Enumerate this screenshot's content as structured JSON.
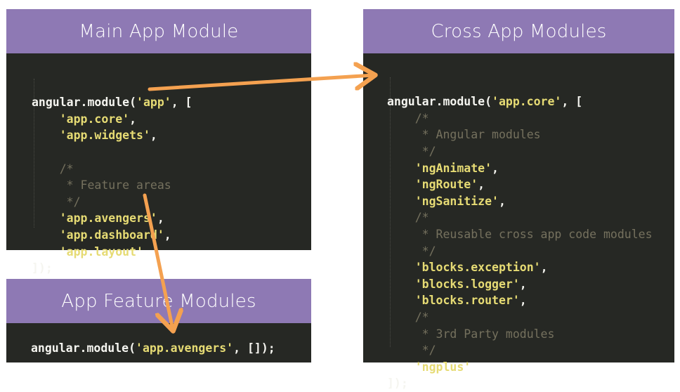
{
  "main_module": {
    "title": "Main App Module",
    "lines": [
      [
        {
          "t": "angular.module(",
          "c": "pun"
        },
        {
          "t": "'app'",
          "c": "str"
        },
        {
          "t": ", [",
          "c": "pun"
        }
      ],
      [
        {
          "t": "    ",
          "c": "pun"
        },
        {
          "t": "'app.core'",
          "c": "str"
        },
        {
          "t": ",",
          "c": "pun"
        }
      ],
      [
        {
          "t": "    ",
          "c": "pun"
        },
        {
          "t": "'app.widgets'",
          "c": "str"
        },
        {
          "t": ",",
          "c": "pun"
        }
      ],
      [
        {
          "t": "",
          "c": "pun"
        }
      ],
      [
        {
          "t": "    ",
          "c": "pun"
        },
        {
          "t": "/*",
          "c": "cmt"
        }
      ],
      [
        {
          "t": "    ",
          "c": "pun"
        },
        {
          "t": " * Feature areas",
          "c": "cmt"
        }
      ],
      [
        {
          "t": "    ",
          "c": "pun"
        },
        {
          "t": " */",
          "c": "cmt"
        }
      ],
      [
        {
          "t": "    ",
          "c": "pun"
        },
        {
          "t": "'app.avengers'",
          "c": "str"
        },
        {
          "t": ",",
          "c": "pun"
        }
      ],
      [
        {
          "t": "    ",
          "c": "pun"
        },
        {
          "t": "'app.dashboard'",
          "c": "str"
        },
        {
          "t": ",",
          "c": "pun"
        }
      ],
      [
        {
          "t": "    ",
          "c": "pun"
        },
        {
          "t": "'app.layout'",
          "c": "str"
        }
      ],
      [
        {
          "t": "]);",
          "c": "pun"
        }
      ]
    ]
  },
  "feature_module": {
    "title": "App Feature Modules",
    "lines": [
      [
        {
          "t": "angular.module(",
          "c": "pun"
        },
        {
          "t": "'app.avengers'",
          "c": "str"
        },
        {
          "t": ", []);",
          "c": "pun"
        }
      ]
    ]
  },
  "cross_module": {
    "title": "Cross App Modules",
    "lines": [
      [
        {
          "t": "angular.module(",
          "c": "pun"
        },
        {
          "t": "'app.core'",
          "c": "str"
        },
        {
          "t": ", [",
          "c": "pun"
        }
      ],
      [
        {
          "t": "    ",
          "c": "pun"
        },
        {
          "t": "/*",
          "c": "cmt"
        }
      ],
      [
        {
          "t": "    ",
          "c": "pun"
        },
        {
          "t": " * Angular modules",
          "c": "cmt"
        }
      ],
      [
        {
          "t": "    ",
          "c": "pun"
        },
        {
          "t": " */",
          "c": "cmt"
        }
      ],
      [
        {
          "t": "    ",
          "c": "pun"
        },
        {
          "t": "'ngAnimate'",
          "c": "str"
        },
        {
          "t": ",",
          "c": "pun"
        }
      ],
      [
        {
          "t": "    ",
          "c": "pun"
        },
        {
          "t": "'ngRoute'",
          "c": "str"
        },
        {
          "t": ",",
          "c": "pun"
        }
      ],
      [
        {
          "t": "    ",
          "c": "pun"
        },
        {
          "t": "'ngSanitize'",
          "c": "str"
        },
        {
          "t": ",",
          "c": "pun"
        }
      ],
      [
        {
          "t": "    ",
          "c": "pun"
        },
        {
          "t": "/*",
          "c": "cmt"
        }
      ],
      [
        {
          "t": "    ",
          "c": "pun"
        },
        {
          "t": " * Reusable cross app code modules",
          "c": "cmt"
        }
      ],
      [
        {
          "t": "    ",
          "c": "pun"
        },
        {
          "t": " */",
          "c": "cmt"
        }
      ],
      [
        {
          "t": "    ",
          "c": "pun"
        },
        {
          "t": "'blocks.exception'",
          "c": "str"
        },
        {
          "t": ",",
          "c": "pun"
        }
      ],
      [
        {
          "t": "    ",
          "c": "pun"
        },
        {
          "t": "'blocks.logger'",
          "c": "str"
        },
        {
          "t": ",",
          "c": "pun"
        }
      ],
      [
        {
          "t": "    ",
          "c": "pun"
        },
        {
          "t": "'blocks.router'",
          "c": "str"
        },
        {
          "t": ",",
          "c": "pun"
        }
      ],
      [
        {
          "t": "    ",
          "c": "pun"
        },
        {
          "t": "/*",
          "c": "cmt"
        }
      ],
      [
        {
          "t": "    ",
          "c": "pun"
        },
        {
          "t": " * 3rd Party modules",
          "c": "cmt"
        }
      ],
      [
        {
          "t": "    ",
          "c": "pun"
        },
        {
          "t": " */",
          "c": "cmt"
        }
      ],
      [
        {
          "t": "    ",
          "c": "pun"
        },
        {
          "t": "'ngplus'",
          "c": "str"
        }
      ],
      [
        {
          "t": "]);",
          "c": "pun"
        }
      ]
    ]
  },
  "colors": {
    "header_bg": "#8e79b4",
    "code_bg": "#262824",
    "string": "#e6db74",
    "comment": "#75715e",
    "arrow": "#f4a150"
  }
}
